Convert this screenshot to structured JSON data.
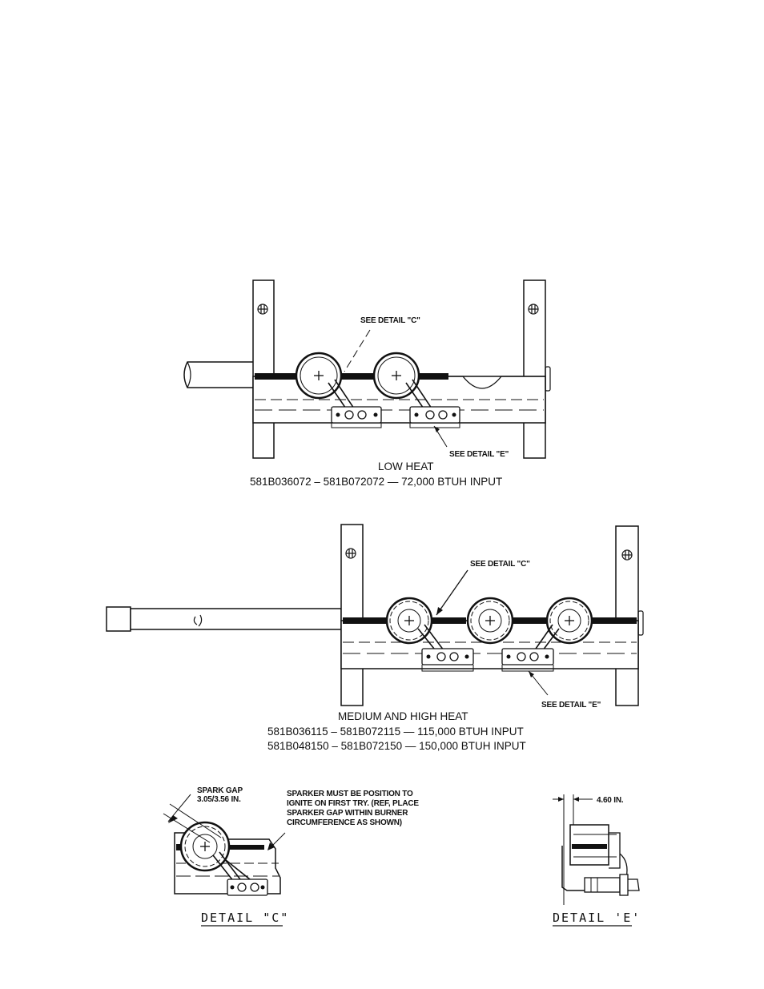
{
  "low_heat": {
    "callout_c": "SEE DETAIL \"C\"",
    "callout_e": "SEE DETAIL \"E\"",
    "title": "LOW HEAT",
    "models": "581B036072 – 581B072072  —  72,000 BTUH  INPUT"
  },
  "medium_high_heat": {
    "callout_c": "SEE DETAIL \"C\"",
    "callout_e": "SEE DETAIL \"E\"",
    "title": "MEDIUM  AND  HIGH  HEAT",
    "models_1": "581B036115 – 581B072115  —  115,000  BTUH  INPUT",
    "models_2": "581B048150 – 581B072150  —  150,000  BTUH  INPUT"
  },
  "detail_c": {
    "spark_gap_label": "SPARK GAP",
    "spark_gap_value": "3.05/3.56 IN.",
    "note_lines": [
      "SPARKER MUST BE POSITION TO",
      "IGNITE ON FIRST TRY. (REF, PLACE",
      "SPARKER GAP WITHIN BURNER",
      "CIRCUMFERENCE AS SHOWN)"
    ],
    "title": "DETAIL \"C\""
  },
  "detail_e": {
    "dimension": "4.60 IN.",
    "title": "DETAIL 'E'"
  }
}
